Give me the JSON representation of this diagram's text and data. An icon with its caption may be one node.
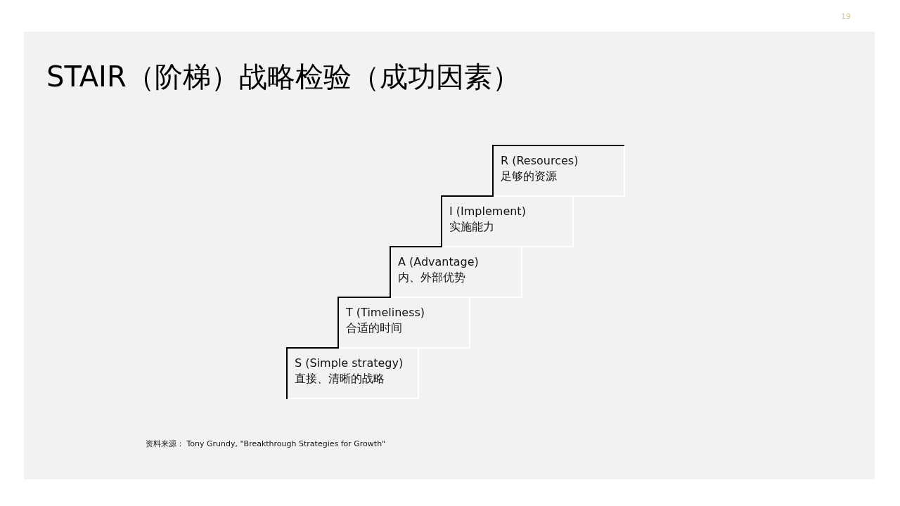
{
  "diagram": {
    "title": "STAIR（阶梯）战略检验（成功因素）",
    "nodes": [
      {
        "text": [
          "S (Simple strategy)",
          "直接、清晰的战略"
        ]
      },
      {
        "text": [
          "T (Timeliness)",
          "合适的时间"
        ]
      },
      {
        "text": [
          "A (Advantage)",
          "内、外部优势"
        ]
      },
      {
        "text": [
          "I (Implement)",
          "实施能力"
        ]
      },
      {
        "text": [
          "R (Resources)",
          "足够的资源"
        ]
      }
    ],
    "labels": [
      "19",
      "资料来源： Tony Grundy, \"Breakthrough Strategies for Growth\""
    ]
  }
}
